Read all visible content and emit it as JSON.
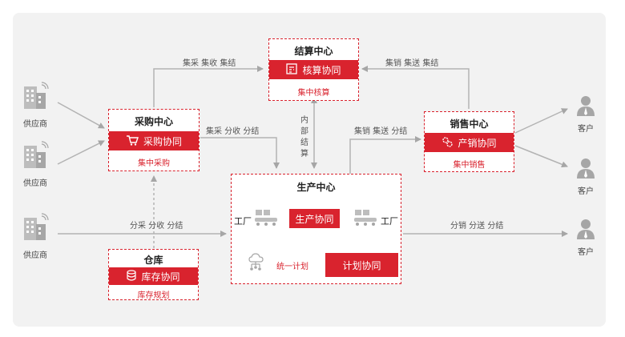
{
  "suppliers": [
    {
      "label": "供应商"
    },
    {
      "label": "供应商"
    },
    {
      "label": "供应商"
    }
  ],
  "customers": [
    {
      "label": "客户"
    },
    {
      "label": "客户"
    },
    {
      "label": "客户"
    }
  ],
  "settlement": {
    "title": "结算中心",
    "bar": "核算协同",
    "sub": "集中核算"
  },
  "purchase": {
    "title": "采购中心",
    "bar": "采购协同",
    "sub": "集中采购"
  },
  "sales": {
    "title": "销售中心",
    "bar": "产销协同",
    "sub": "集中销售"
  },
  "warehouse": {
    "title": "仓库",
    "bar": "库存协同",
    "sub": "库存规划"
  },
  "production": {
    "title": "生产中心",
    "factory_left": "工厂",
    "factory_right": "工厂",
    "prod_btn": "生产协同",
    "plan_label": "统一计划",
    "plan_btn": "计划协同"
  },
  "flows": {
    "purchase_to_settlement": "集采 集收 集结",
    "sales_to_settlement": "集销 集送 集结",
    "purchase_to_production": "集采 分收 分结",
    "production_to_sales": "集销 集送 分结",
    "inner_chars": [
      "内",
      "部",
      "结",
      "算"
    ],
    "supplier_to_production": "分采 分收 分结",
    "production_to_customer": "分销 分送 分结"
  },
  "colors": {
    "accent": "#d9232e",
    "line": "#b3b3b3",
    "panel": "#f2f2f2",
    "icon": "#a6a6a6"
  }
}
